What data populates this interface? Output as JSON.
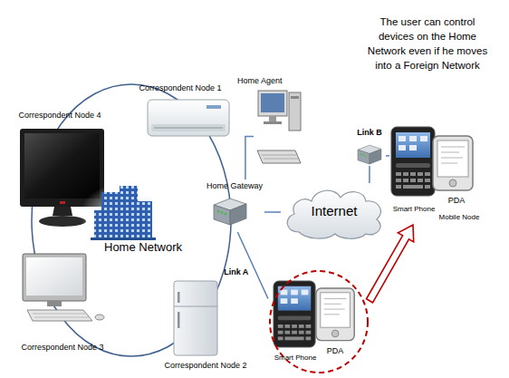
{
  "diagram": {
    "nodes": [
      {
        "text": [
          "Correspondent Node 1"
        ]
      },
      {
        "text": [
          "Home Agent"
        ]
      },
      {
        "text": [
          "Correspondent Node 4"
        ]
      },
      {
        "text": [
          "Home Network"
        ]
      },
      {
        "text": [
          "Home Gateway"
        ]
      },
      {
        "text": [
          "Internet"
        ]
      },
      {
        "text": [
          "Link B"
        ]
      },
      {
        "text": [
          "Smart Phone",
          "PDA",
          "Mobile Node"
        ]
      },
      {
        "text": [
          "Correspondent Node 3"
        ]
      },
      {
        "text": [
          "Correspondent Node 2"
        ]
      },
      {
        "text": [
          "Smart Phone",
          "PDA"
        ]
      }
    ],
    "edges": [
      {
        "from": 4,
        "to": 1,
        "arrow": "none"
      },
      {
        "from": 4,
        "to": 5,
        "arrow": "none"
      },
      {
        "from": 5,
        "to": 6,
        "arrow": "none"
      },
      {
        "from": 6,
        "to": 7,
        "arrow": "none"
      },
      {
        "from": 4,
        "to": 10,
        "label": "Link A",
        "arrow": "none"
      },
      {
        "from": 10,
        "to": 7,
        "arrow": "to"
      }
    ],
    "labels": [
      "The user can control devices on the Home Network even if he moves into a Foreign Network"
    ]
  }
}
